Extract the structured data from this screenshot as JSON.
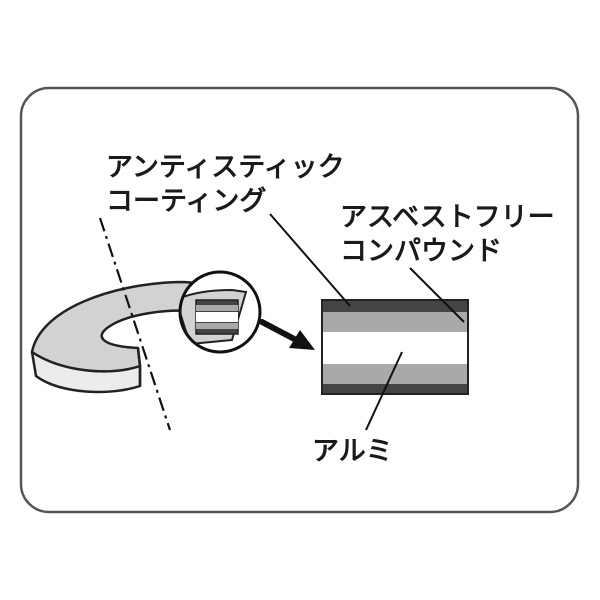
{
  "labels": {
    "coating_line1": "アンティスティック",
    "coating_line2": "コーティング",
    "compound_line1": "アスベストフリー",
    "compound_line2": "コンパウンド",
    "aluminum": "アルミ"
  },
  "colors": {
    "frame": "#555555",
    "outer_layer": "#444444",
    "compound_layer": "#a9a9a9",
    "core_layer": "#ffffff",
    "washer_face": "#d2d2d2",
    "washer_edge": "#ececec",
    "arrow": "#111111"
  },
  "icons": {
    "arrow": "arrow-right-icon"
  }
}
